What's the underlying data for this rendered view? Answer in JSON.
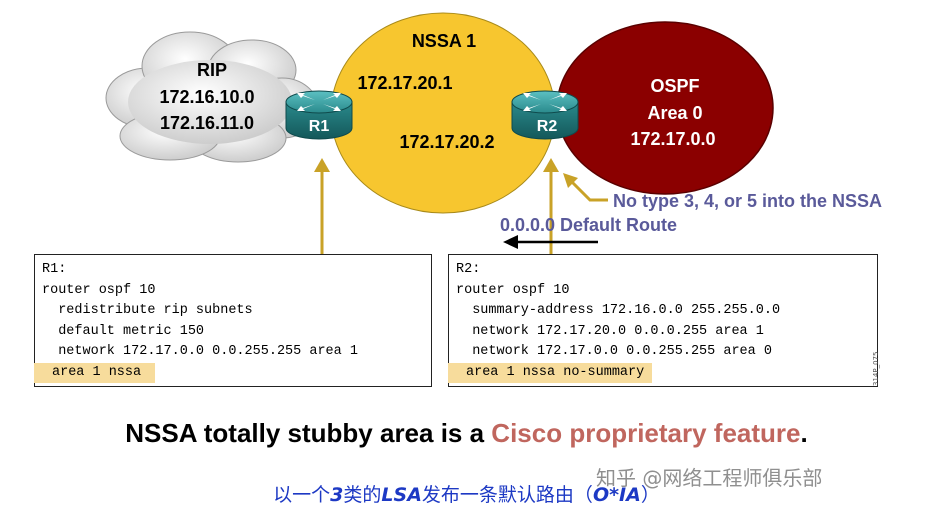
{
  "rip": {
    "title": "RIP",
    "net1": "172.16.10.0",
    "net2": "172.16.11.0"
  },
  "nssa": {
    "title": "NSSA 1",
    "r1_ip": "172.17.20.1",
    "r2_ip": "172.17.20.2"
  },
  "ospf": {
    "line1": "OSPF",
    "line2": "Area 0",
    "line3": "172.17.0.0"
  },
  "routers": {
    "r1": "R1",
    "r2": "R2"
  },
  "annotations": {
    "no_type": "No type 3, 4, or 5 into the NSSA",
    "default_route": "0.0.0.0 Default Route"
  },
  "config_r1": {
    "lines": [
      "R1:",
      "router ospf 10",
      "  redistribute rip subnets",
      "  default metric 150",
      "  network 172.17.0.0 0.0.255.255 area 1"
    ],
    "highlight": "area 1 nssa"
  },
  "config_r2": {
    "lines": [
      "R2:",
      "router ospf 10",
      "  summary-address 172.16.0.0 255.255.0.0",
      "  network 172.17.20.0 0.0.0.255 area 1",
      "  network 172.17.0.0 0.0.255.255 area 0"
    ],
    "highlight": "area 1 nssa no-summary"
  },
  "figure_code": "314P_075",
  "headline": {
    "part1": "NSSA totally stubby area is a ",
    "part2": "Cisco proprietary feature",
    "part3": "."
  },
  "subtitle": {
    "p1": "以一个",
    "p2": "3",
    "p3": "类的",
    "p4": "LSA",
    "p5": "发布一条默认路由（",
    "p6": "O*IA",
    "p7": "）"
  },
  "watermark": "知乎 @网络工程师俱乐部",
  "colors": {
    "nssa_fill": "#f7c62f",
    "ospf_fill": "#8b0000",
    "arrow": "#c9a227",
    "annotation": "#5a5a9a",
    "accent": "#c0665e",
    "subtitle": "#1d39c4",
    "router": "#2a8a8c"
  }
}
